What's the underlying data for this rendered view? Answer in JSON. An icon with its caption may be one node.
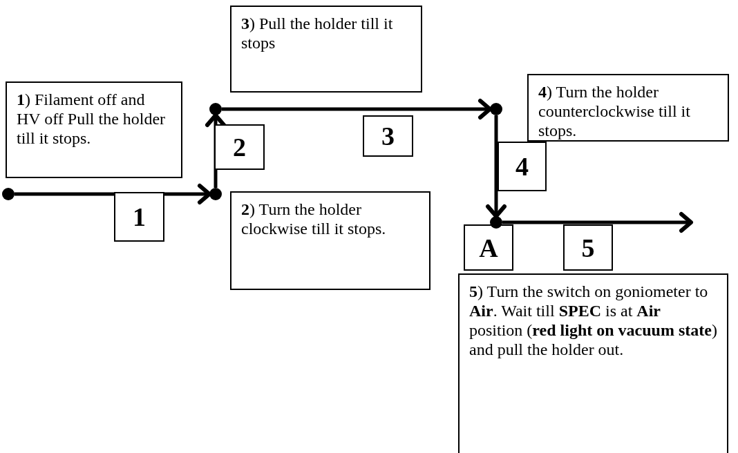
{
  "diagram": {
    "nodes": [
      {
        "text": [
          "**3**) Pull the holder till it stops"
        ]
      },
      {
        "text": [
          "**1**) Filament off and HV off Pull the holder till it stops."
        ]
      },
      {
        "text": [
          "**4**) Turn the holder counterclockwise till it stops."
        ]
      },
      {
        "text": [
          "2"
        ]
      },
      {
        "text": [
          "3"
        ]
      },
      {
        "text": [
          "4"
        ]
      },
      {
        "text": [
          "1"
        ]
      },
      {
        "text": [
          "**2**) Turn the holder clockwise till it stops."
        ]
      },
      {
        "text": [
          "A"
        ]
      },
      {
        "text": [
          "5"
        ]
      },
      {
        "text": [
          "**5**) Turn the switch on goniometer to **Air**. Wait till **SPEC** is at **Air** position (**red light on vacuum state**) and pull the holder out."
        ]
      },
      {
        "text": [],
        "shape": "circle"
      },
      {
        "text": [],
        "shape": "circle"
      },
      {
        "text": [],
        "shape": "circle"
      },
      {
        "text": [],
        "shape": "circle"
      },
      {
        "text": [],
        "shape": "circle"
      }
    ],
    "edges": [
      {
        "from": 11,
        "to": 12,
        "arrow": "to"
      },
      {
        "from": 12,
        "to": 13,
        "arrow": "to"
      },
      {
        "from": 13,
        "to": 14,
        "arrow": "to"
      },
      {
        "from": 14,
        "to": 15,
        "arrow": "to"
      },
      {
        "from": 15,
        "to": null,
        "arrow": "to"
      }
    ]
  }
}
